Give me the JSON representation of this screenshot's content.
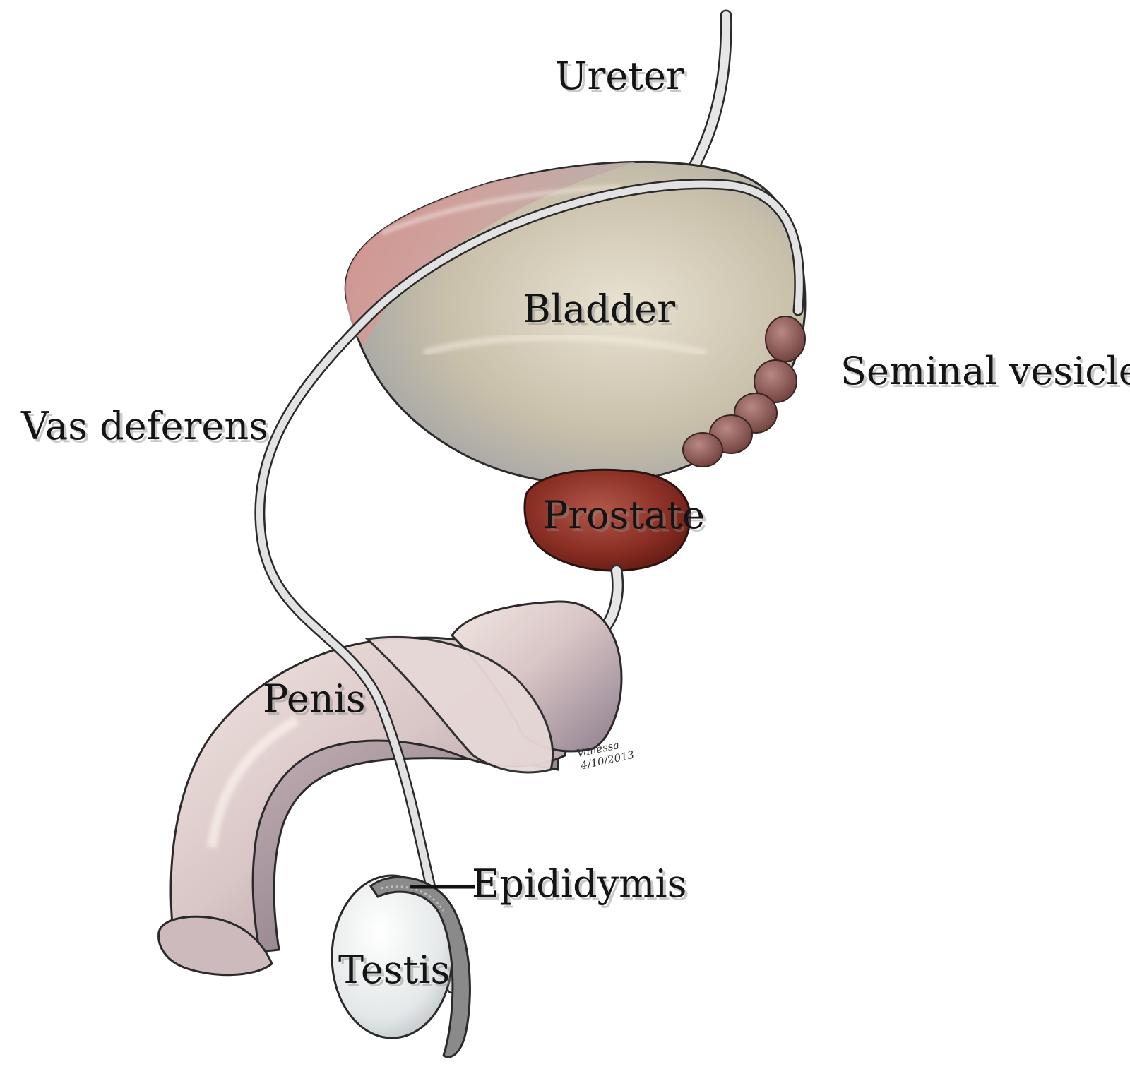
{
  "labels": {
    "ureter": "Ureter",
    "bladder": "Bladder",
    "seminal_vesicle": "Seminal vesicle",
    "vas_deferens": "Vas deferens",
    "prostate": "Prostate",
    "penis": "Penis",
    "epididymis": "Epididymis",
    "testis": "Testis"
  },
  "signature": {
    "name": "Vanessa",
    "date": "4/10/2013"
  },
  "colors": {
    "background": "#ffffff",
    "bladder": "#c8beac",
    "bladder_pink": "#d99a94",
    "prostate": "#8a2e24",
    "seminal_vesicle": "#8c5b57",
    "penis": "#d9c6c6",
    "testis": "#eef0f0",
    "epididymis": "#7a7a7a",
    "duct": "#e6e6e6",
    "outline": "#2a2a2a"
  }
}
